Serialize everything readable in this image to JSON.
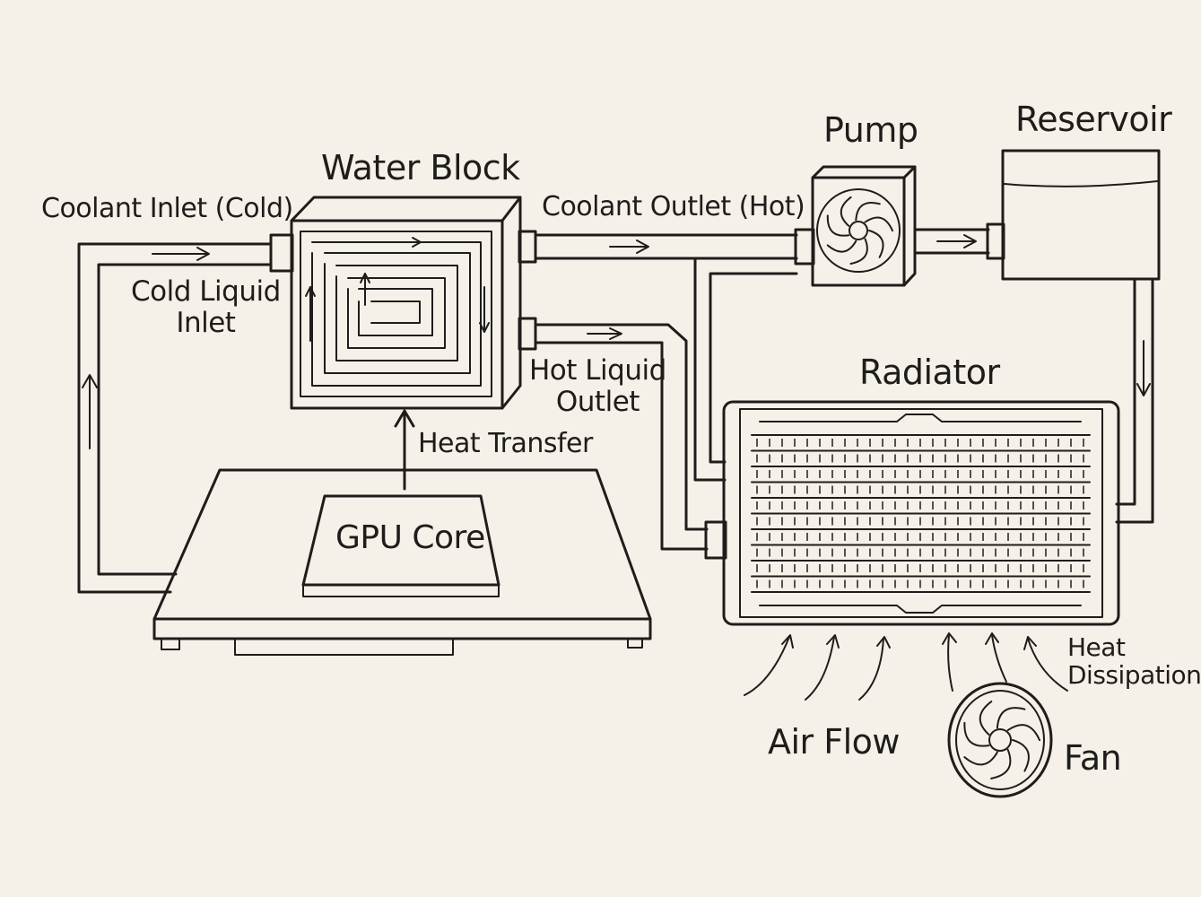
{
  "labels": {
    "water_block": "Water Block",
    "pump": "Pump",
    "reservoir": "Reservoir",
    "coolant_inlet": "Coolant Inlet (Cold)",
    "coolant_outlet": "Coolant Outlet (Hot)",
    "cold_liquid_inlet": "Cold Liquid\nInlet",
    "hot_liquid_outlet": "Hot Liquid\nOutlet",
    "radiator": "Radiator",
    "heat_transfer": "Heat Transfer",
    "gpu_core": "GPU Core",
    "heat_dissipation": "Heat\nDissipation",
    "air_flow": "Air Flow",
    "fan": "Fan"
  },
  "colors": {
    "background": "#f5f1e8",
    "ink": "#1f1d1b"
  }
}
